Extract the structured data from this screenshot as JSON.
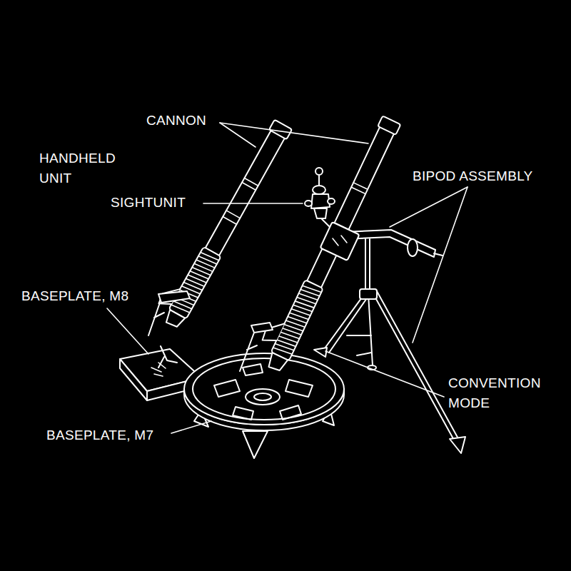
{
  "diagram": {
    "labels": [
      "CANNON",
      "HANDHELD UNIT",
      "SIGHTUNIT",
      "BIPOD ASSEMBLY",
      "BASEPLATE, M8",
      "CONVENTION MODE",
      "BASEPLATE, M7"
    ]
  }
}
